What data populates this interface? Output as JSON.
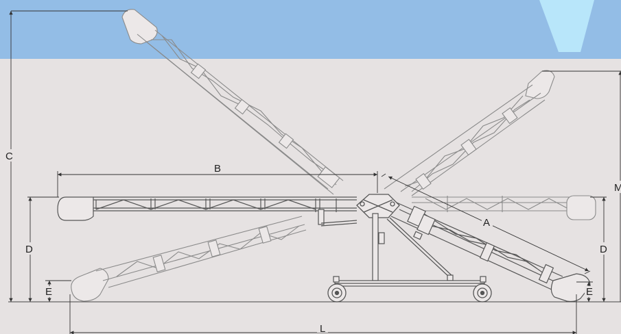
{
  "labels": {
    "A": "A",
    "B": "B",
    "C": "C",
    "D_left": "D",
    "D_right": "D",
    "E_left": "E",
    "E_right": "E",
    "L": "L",
    "M": "M"
  },
  "colors": {
    "banner": "#93bde6",
    "banner_accent": "#b8e6fa",
    "background": "#e6e2e2",
    "structure_stroke": "#555555",
    "ghost_stroke": "#8a8a8a",
    "dimension_line": "#333333"
  }
}
